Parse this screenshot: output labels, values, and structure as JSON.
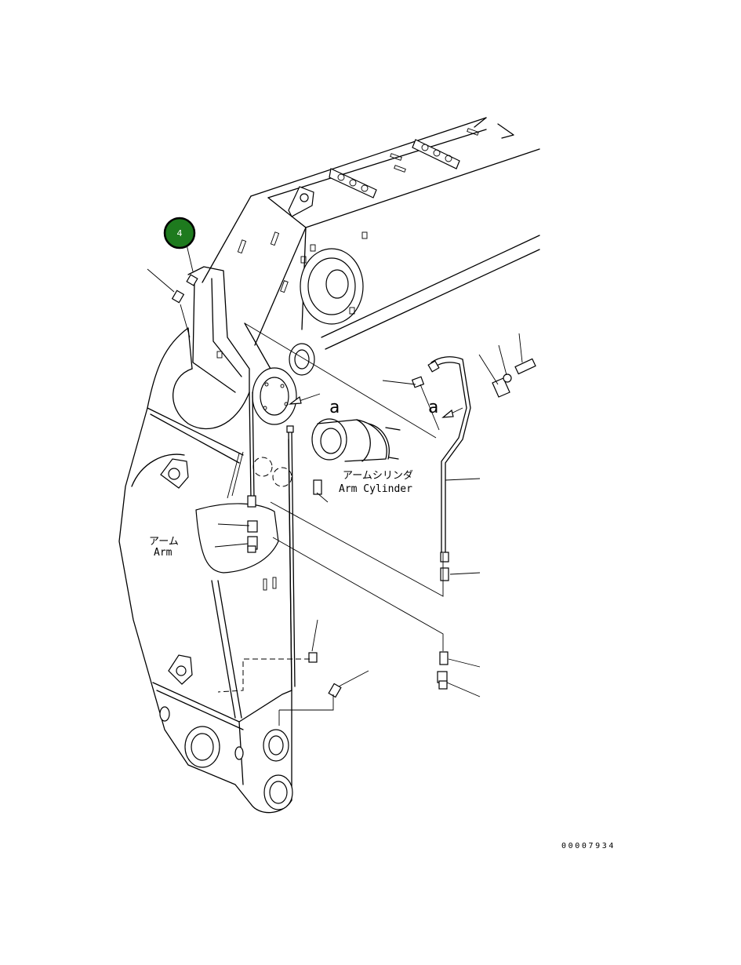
{
  "labels": {
    "arm_jp": "アーム",
    "arm_en": "Arm",
    "arm_cylinder_jp": "アームシリンダ",
    "arm_cylinder_en": "Arm Cylinder",
    "view_mark_left": "a",
    "view_mark_right": "a",
    "drawing_number": "00007934"
  },
  "callouts": [
    {
      "number": "4",
      "fill": "#1e7a1e",
      "ring": "#000000"
    }
  ],
  "colors": {
    "line": "#000000",
    "background": "#ffffff",
    "callout_fill": "#1e7a1e"
  }
}
